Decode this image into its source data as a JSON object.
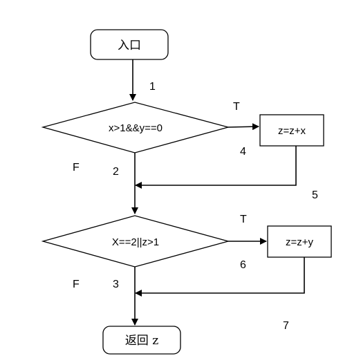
{
  "diagram": {
    "type": "flowchart",
    "nodes": {
      "entry": "入口",
      "cond1": "x>1&&y==0",
      "action1": "z=z+x",
      "cond2": "X==2||z>1",
      "action2": "z=z+y",
      "exit": "返回 z"
    },
    "branch_labels": {
      "true1": "T",
      "false1": "F",
      "true2": "T",
      "false2": "F"
    },
    "edge_numbers": [
      "1",
      "2",
      "3",
      "4",
      "5",
      "6",
      "7"
    ],
    "colors": {
      "stroke": "#000000",
      "background": "#ffffff"
    }
  }
}
